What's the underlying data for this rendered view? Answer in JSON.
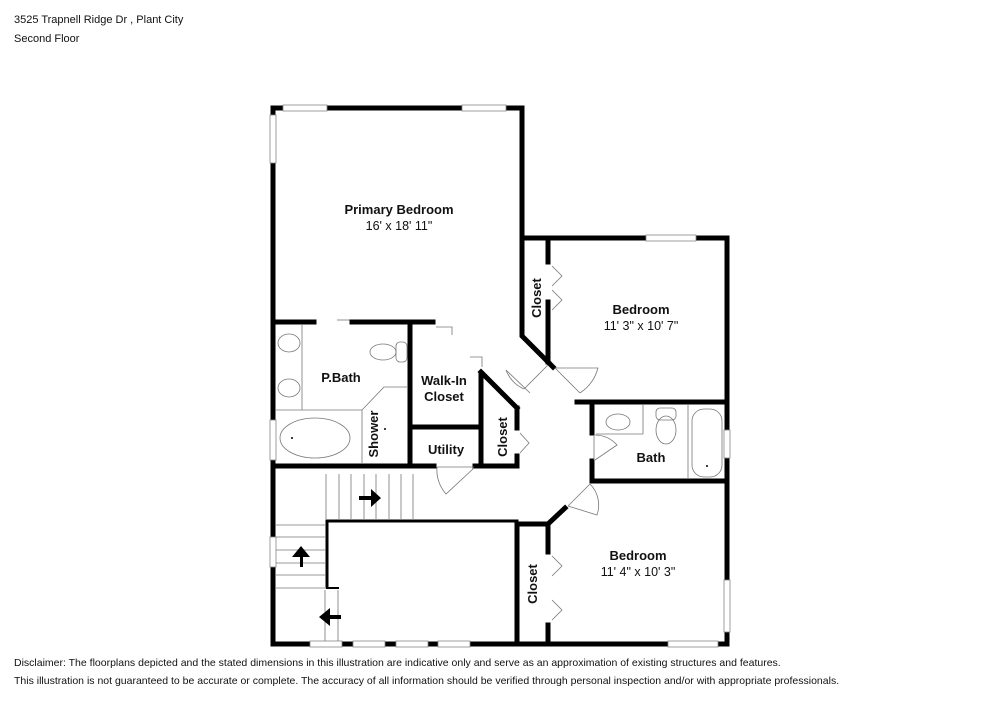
{
  "header": {
    "address": "3525 Trapnell Ridge Dr , Plant City",
    "floor": "Second Floor"
  },
  "rooms": {
    "primary_bedroom": {
      "name": "Primary Bedroom",
      "dims": "16' x 18' 11\""
    },
    "bedroom_1": {
      "name": "Bedroom",
      "dims": "11' 3\" x 10' 7\""
    },
    "bedroom_2": {
      "name": "Bedroom",
      "dims": "11' 4\" x 10' 3\""
    },
    "p_bath": {
      "name": "P.Bath"
    },
    "bath": {
      "name": "Bath"
    },
    "shower": {
      "name": "Shower"
    },
    "walk_in_closet": {
      "name_line1": "Walk-In",
      "name_line2": "Closet"
    },
    "utility": {
      "name": "Utility"
    },
    "closet_1": {
      "name": "Closet"
    },
    "closet_2": {
      "name": "Closet"
    },
    "closet_3": {
      "name": "Closet"
    }
  },
  "disclaimer": {
    "line1": "Disclaimer: The floorplans depicted and the stated dimensions in this illustration are indicative only and serve as an approximation of existing structures and features.",
    "line2": "This illustration is not guaranteed to be accurate or complete. The accuracy of all information should be verified through personal inspection and/or with appropriate professionals."
  },
  "colors": {
    "wall": "#000000",
    "fixture": "#777777",
    "background": "#ffffff"
  }
}
